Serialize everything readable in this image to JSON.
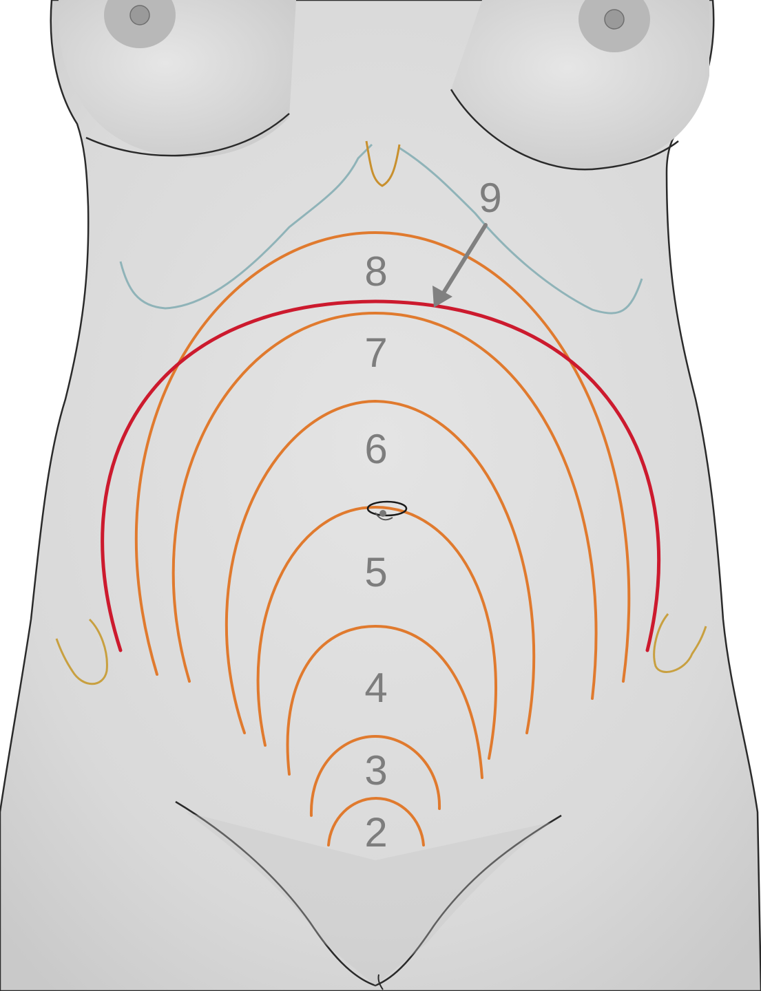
{
  "figure": {
    "colors": {
      "background": "#ffffff",
      "skin": "#dcdcdc",
      "skin_shadow": "#bdbdbd",
      "outline": "#2a2a2a",
      "label": "#7d7d7d",
      "fundal_line": "#e07a2e",
      "fundal_line_month_9": "#cc1a2e",
      "costal_margin": "#8fb3b8",
      "iliac_crest": "#c8a040",
      "xiphoid": "#c8902e",
      "arrow": "#808080"
    },
    "fundal_height_markers": [
      {
        "month": "2"
      },
      {
        "month": "3"
      },
      {
        "month": "4"
      },
      {
        "month": "5"
      },
      {
        "month": "6"
      },
      {
        "month": "7"
      },
      {
        "month": "8"
      },
      {
        "month": "9"
      }
    ],
    "icons": {
      "arrow": "arrow-down-left-icon",
      "navel": "navel-icon"
    }
  }
}
